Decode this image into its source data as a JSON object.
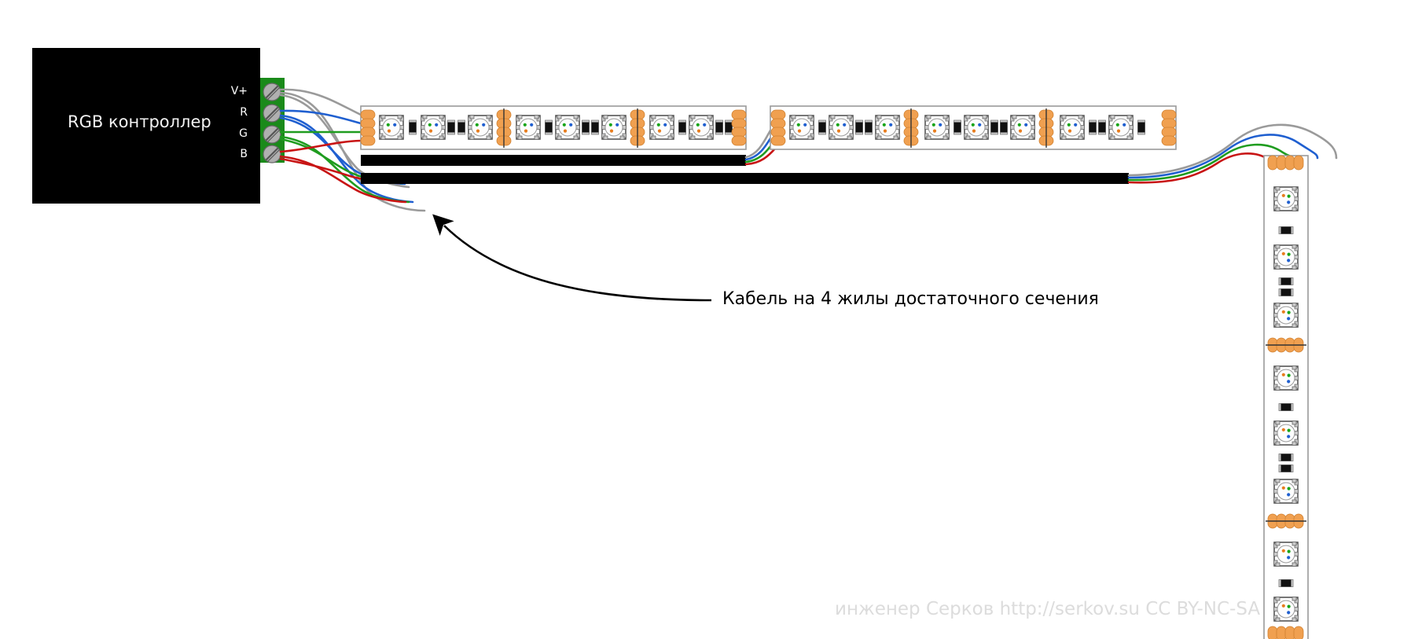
{
  "diagram": {
    "title_text": "RGB контроллер",
    "controller": {
      "label": "RGB контроллер",
      "body_color": "#000000",
      "text_color": "#f2f2f2",
      "terminal_block_color": "#1a8a1a",
      "terminals": [
        {
          "label": "V+",
          "wire_color": "#9a9a9a"
        },
        {
          "label": "R",
          "wire_color": "#1f5fd0"
        },
        {
          "label": "G",
          "wire_color": "#1f9c1f"
        },
        {
          "label": "B",
          "wire_color": "#c81414"
        }
      ]
    },
    "annotation": {
      "text": "Кабель на 4 жилы достаточного сечения",
      "arrow": "curved-arrow-up-left"
    },
    "watermark": {
      "text": "инженер Серков http://serkov.su CC BY-NC-SA",
      "color": "#dcdcdc"
    },
    "strips": [
      {
        "name": "strip-top-left",
        "orientation": "horizontal"
      },
      {
        "name": "strip-top-right",
        "orientation": "horizontal"
      },
      {
        "name": "strip-vertical-right",
        "orientation": "vertical"
      }
    ],
    "cables": [
      {
        "name": "cable-upper",
        "color": "#000000",
        "cores": 4
      },
      {
        "name": "cable-lower",
        "color": "#000000",
        "cores": 4
      }
    ],
    "led_dot_colors": {
      "green": "#19a519",
      "blue": "#1f5fd0",
      "orange": "#e87d1e"
    },
    "pad_color": "#f0a050",
    "resistor_color": "#111111",
    "strip_fill": "#ffffff",
    "strip_border": "#9a9a9a"
  }
}
